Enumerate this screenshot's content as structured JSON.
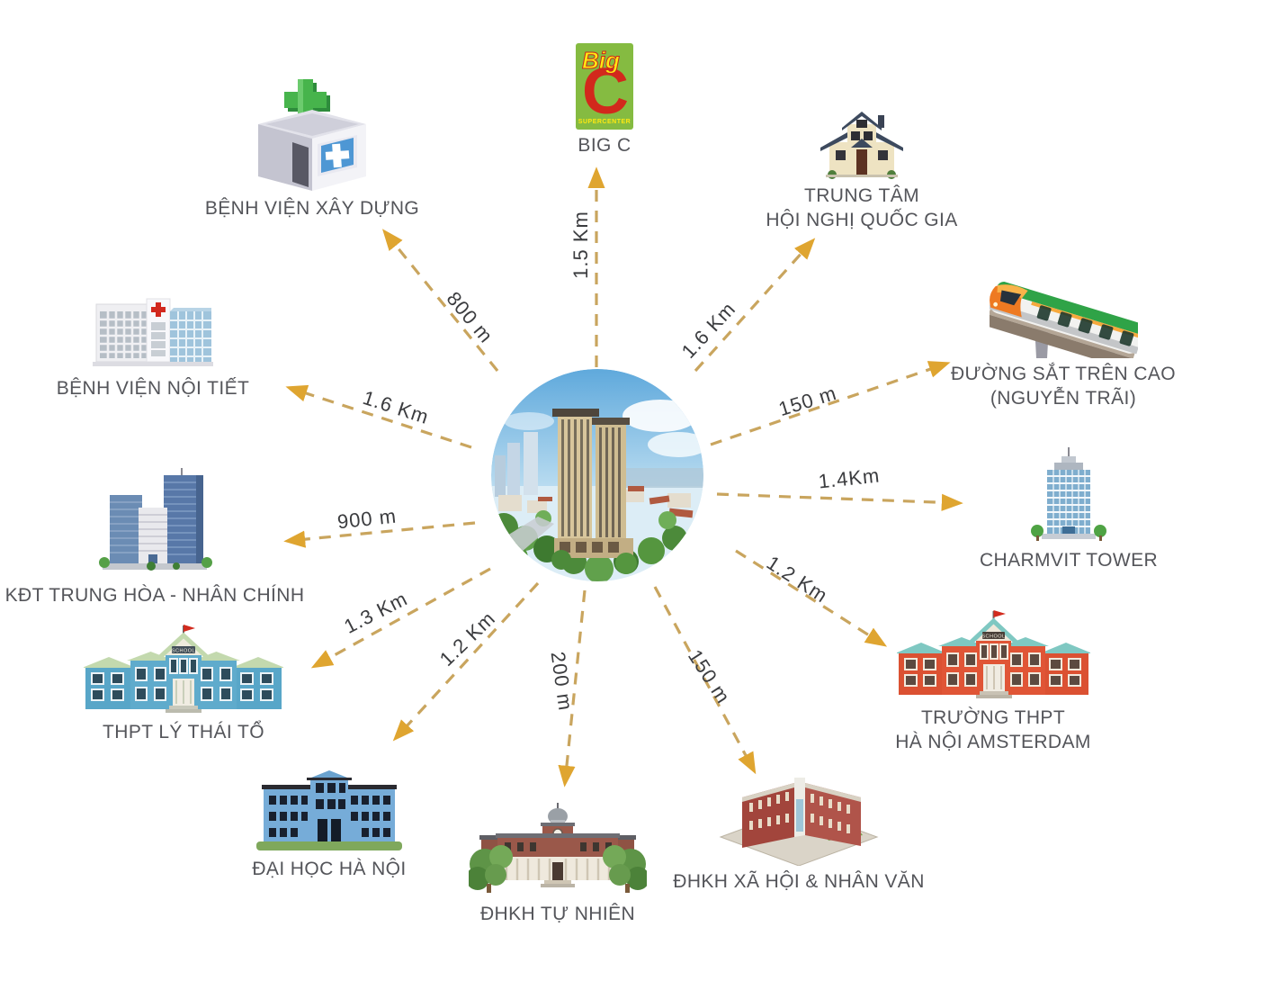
{
  "colors": {
    "arrow_dash": "#C9A55E",
    "arrow_head": "#DFA530",
    "landmark_text": "#54555A",
    "distance_text": "#3B3C3F",
    "bigc_green": "#85BB41",
    "bigc_red": "#D2281C",
    "bigc_yellow": "#FFE911"
  },
  "center": {
    "icon": "project-aerial-image"
  },
  "landmarks": [
    {
      "id": "benh-vien-xay-dung",
      "line1": "BỆNH VIỆN XÂY DỰNG",
      "distance": "800 m",
      "icon": "hospital-3d-icon"
    },
    {
      "id": "big-c",
      "line1": "BIG C",
      "distance": "1.5 Km",
      "icon": "bigc-logo-icon",
      "logo_big": "Big",
      "logo_c": "C",
      "logo_sub": "SUPERCENTER"
    },
    {
      "id": "trung-tam-hoi-nghi",
      "line1": "TRUNG TÂM",
      "line2": "HỘI NGHỊ QUỐC GIA",
      "distance": "1.6 Km",
      "icon": "house-icon"
    },
    {
      "id": "duong-sat-tren-cao",
      "line1": "ĐƯỜNG SẮT TRÊN CAO",
      "line2": "(NGUYỄN TRÃI)",
      "distance": "150 m",
      "icon": "monorail-train-icon"
    },
    {
      "id": "charmvit-tower",
      "line1": "CHARMVIT TOWER",
      "distance": "1.4Km",
      "icon": "office-tower-icon"
    },
    {
      "id": "thpt-ha-noi-amsterdam",
      "line1": "TRƯỜNG THPT",
      "line2": "HÀ NỘI AMSTERDAM",
      "distance": "1.2 Km",
      "icon": "red-school-icon",
      "sign": "SCHOOL"
    },
    {
      "id": "dhkh-xa-hoi-nhan-van",
      "line1": "ĐHKH XÃ HỘI & NHÂN VĂN",
      "distance": "150 m",
      "icon": "brick-faculty-3d-icon"
    },
    {
      "id": "dhkh-tu-nhien",
      "line1": "ĐHKH TỰ NHIÊN",
      "distance": "200 m",
      "icon": "university-campus-icon"
    },
    {
      "id": "dai-hoc-ha-noi",
      "line1": "ĐẠI HỌC HÀ NỘI",
      "distance": "1.2 Km",
      "icon": "blue-university-icon"
    },
    {
      "id": "thpt-ly-thai-to",
      "line1": "THPT LÝ THÁI TỔ",
      "distance": "1.3 Km",
      "icon": "blue-school-icon",
      "sign": "SCHOOL"
    },
    {
      "id": "kdt-trung-hoa-nhan-chinh",
      "line1": "KĐT TRUNG HÒA - NHÂN CHÍNH",
      "distance": "900 m",
      "icon": "city-towers-icon"
    },
    {
      "id": "benh-vien-noi-tiet",
      "line1": "BỆNH VIỆN NỘI TIẾT",
      "distance": "1.6 Km",
      "icon": "hospital-complex-icon"
    }
  ]
}
